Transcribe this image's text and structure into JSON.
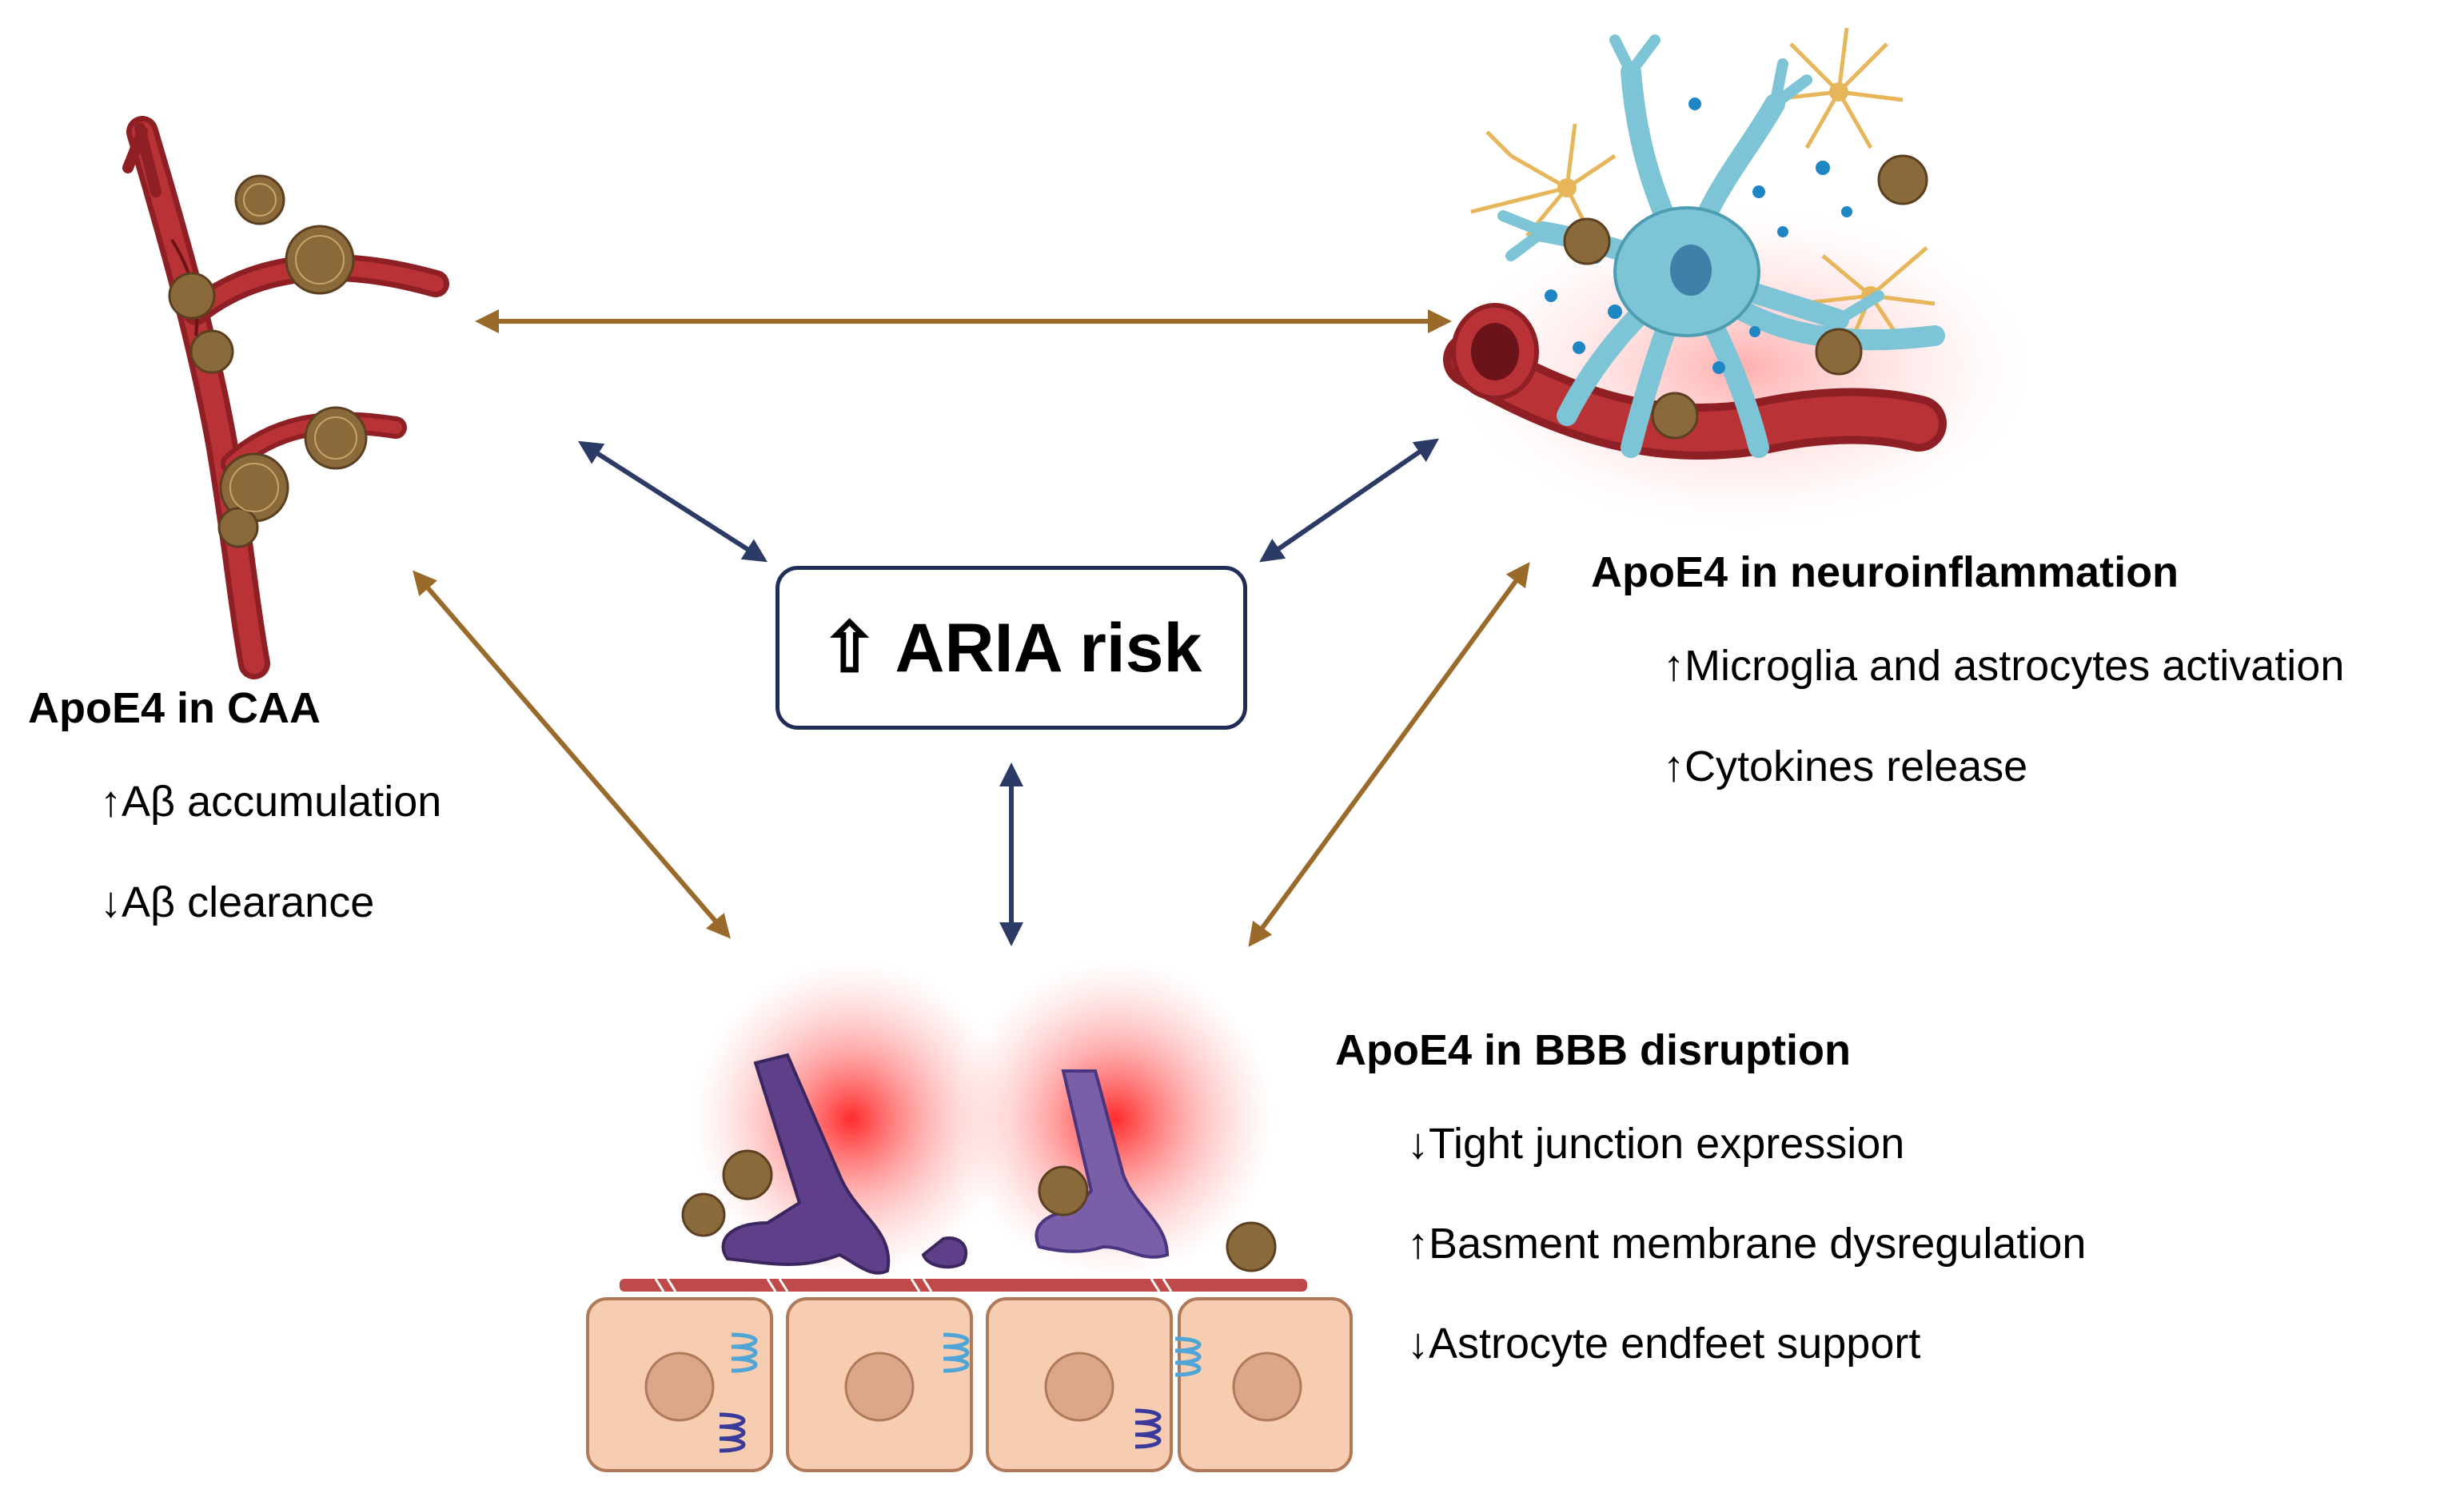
{
  "center": {
    "label": "⇧ ARIA risk"
  },
  "caa": {
    "heading": "ApoE4 in CAA",
    "items": [
      "↑Aβ accumulation",
      "↓Aβ clearance"
    ]
  },
  "neuroinflammation": {
    "heading": "ApoE4 in neuroinflammation",
    "items": [
      "↑Microglia and astrocytes activation",
      "↑Cytokines release"
    ]
  },
  "bbb": {
    "heading": "ApoE4 in BBB disruption",
    "items": [
      "↓Tight junction expression",
      "↑Basment membrane dysregulation",
      "↓Astrocyte endfeet support"
    ]
  },
  "colors": {
    "outer_arrow": "#9a6a2a",
    "inner_arrow": "#2c3a66",
    "vessel": "#a8282c",
    "amyloid": "#8a6a3a",
    "neuron": "#7cc4d6",
    "astrocyte": "#e8b65a",
    "endfoot": "#5e3f8a",
    "cell": "#f6cdb0",
    "glow": "#ff3a3a"
  }
}
